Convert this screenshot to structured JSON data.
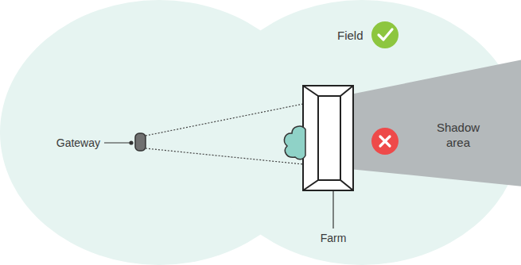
{
  "diagram": {
    "nodes": [
      {
        "text": [
          "Field"
        ]
      },
      {
        "text": [
          "Shadow area"
        ],
        "in": 0
      }
    ],
    "labels": [
      "Gateway",
      "Farm"
    ]
  }
}
